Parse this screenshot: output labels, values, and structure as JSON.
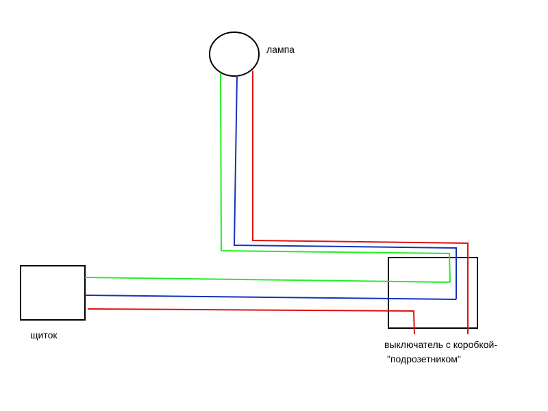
{
  "labels": {
    "lamp": "лампа",
    "panel": "щиток",
    "switch_line1": "выключатель с коробкой-",
    "switch_line2": "\"подрозетником\""
  },
  "colors": {
    "green_wire": "#22ee22",
    "blue_wire": "#1133bb",
    "red_wire": "#dd1111",
    "outline": "#000000",
    "background": "#ffffff"
  }
}
